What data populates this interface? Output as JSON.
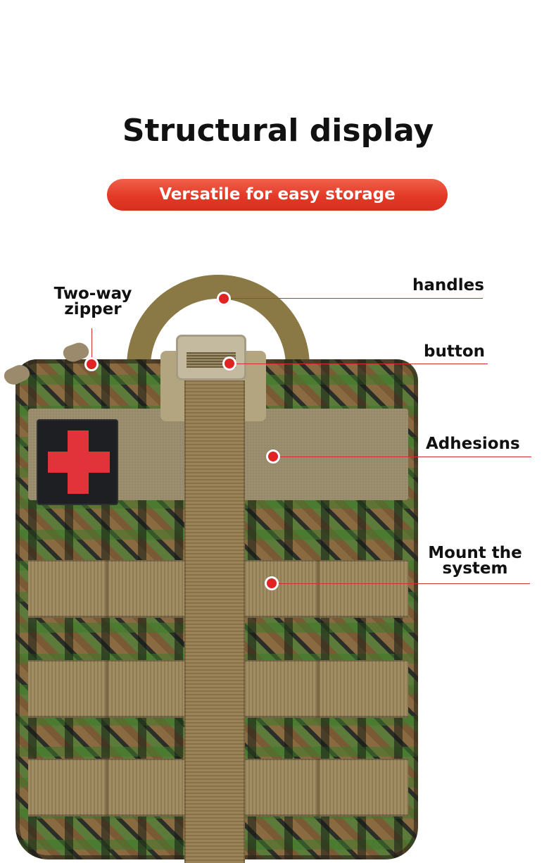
{
  "header": {
    "title": "Structural display",
    "subtitle_pill": "Versatile for easy storage"
  },
  "colors": {
    "accent_red": "#e33a27",
    "dot_red": "#e02424",
    "leader_line": "#d0302f",
    "cross_red": "#e2323a",
    "tan_webbing": "#9a8458"
  },
  "product": {
    "name_visual": "digital camo medical pouch",
    "patch": "red-cross-patch"
  },
  "annotations": [
    {
      "id": "handles",
      "label": "handles"
    },
    {
      "id": "button",
      "label": "button"
    },
    {
      "id": "adhesions",
      "label": "Adhesions"
    },
    {
      "id": "mount",
      "label_line1": "Mount the",
      "label_line2": "system"
    },
    {
      "id": "zipper",
      "label_line1": "Two-way",
      "label_line2": "zipper"
    }
  ]
}
